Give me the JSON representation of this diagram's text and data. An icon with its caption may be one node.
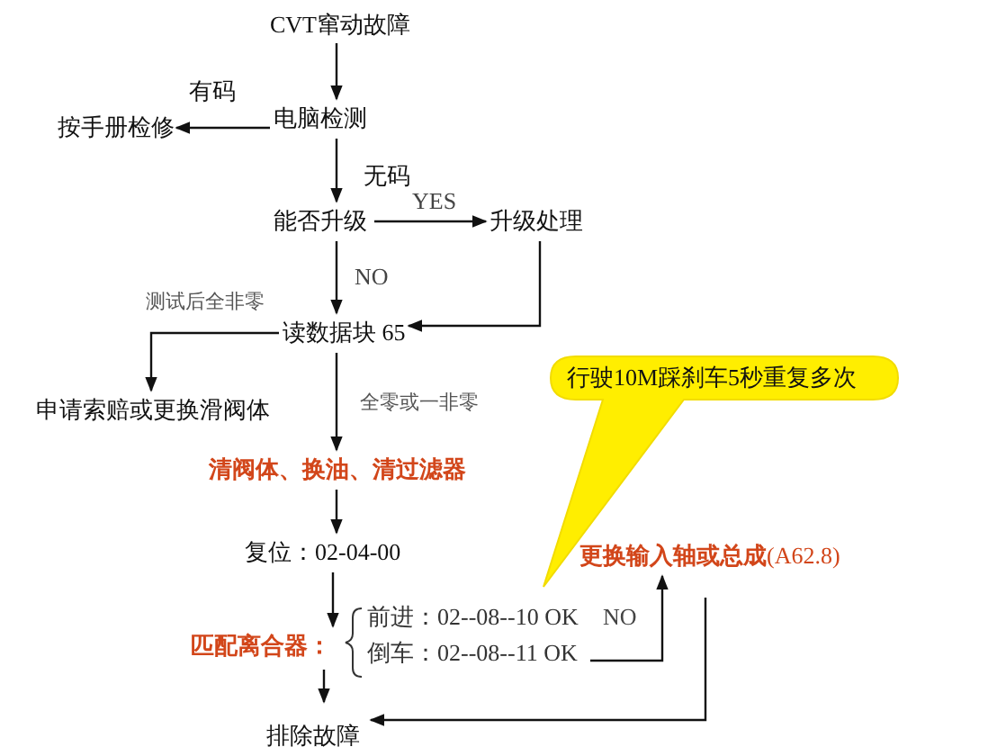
{
  "diagram": {
    "nodes": [
      {
        "text": [
          "CVT窜动故障"
        ]
      },
      {
        "text": [
          "电脑检测"
        ]
      },
      {
        "text": [
          "按手册检修"
        ]
      },
      {
        "text": [
          "能否升级"
        ]
      },
      {
        "text": [
          "升级处理"
        ]
      },
      {
        "text": [
          "读数据块 65"
        ]
      },
      {
        "text": [
          "申请索赔或更换滑阀体"
        ]
      },
      {
        "text": [
          "清阀体、换油、清过滤器"
        ]
      },
      {
        "text": [
          "复位：02-04-00"
        ]
      },
      {
        "text": [
          "匹配离合器："
        ]
      },
      {
        "text": [
          "前进：02--08--10 OK",
          "倒车：02--08--11 OK"
        ]
      },
      {
        "text": [
          "**更换输入轴或总成**(A62.8)"
        ]
      },
      {
        "text": [
          "排除故障"
        ]
      },
      {
        "text": [
          "行驶10M踩刹车5秒重复多次"
        ]
      }
    ],
    "edges": [
      {
        "from": 0,
        "to": 1,
        "arrow": "to"
      },
      {
        "from": 1,
        "to": 2,
        "arrow": "to",
        "label": "有码"
      },
      {
        "from": 1,
        "to": 3,
        "arrow": "to",
        "label": "无码"
      },
      {
        "from": 3,
        "to": 4,
        "arrow": "to",
        "label": "YES"
      },
      {
        "from": 3,
        "to": 5,
        "arrow": "to",
        "label": "NO"
      },
      {
        "from": 4,
        "to": 5,
        "arrow": "to"
      },
      {
        "from": 5,
        "to": 6,
        "arrow": "to",
        "label": "测试后全非零"
      },
      {
        "from": 5,
        "to": 7,
        "arrow": "to",
        "label": "全零或一非零"
      },
      {
        "from": 7,
        "to": 8,
        "arrow": "to"
      },
      {
        "from": 8,
        "to": 9,
        "arrow": "to"
      },
      {
        "from": 9,
        "to": 12,
        "arrow": "to"
      },
      {
        "from": 10,
        "to": 11,
        "arrow": "to",
        "label": "NO"
      },
      {
        "from": 11,
        "to": 12,
        "arrow": "to"
      }
    ]
  }
}
